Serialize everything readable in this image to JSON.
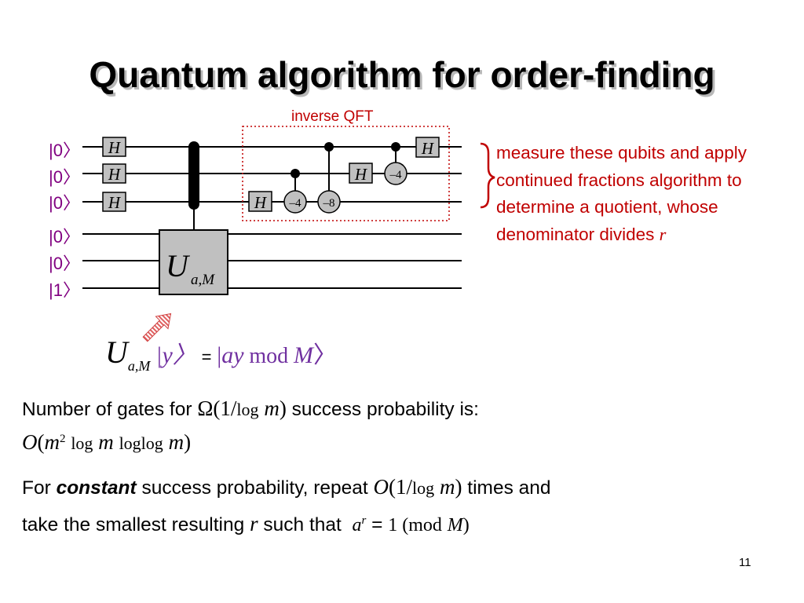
{
  "slide": {
    "title": "Quantum algorithm for order-finding",
    "page_number": "11"
  },
  "circuit": {
    "qubit_labels": [
      "|0〉",
      "|0〉",
      "|0〉",
      "|0〉",
      "|0〉",
      "|1〉"
    ],
    "hadamard_label": "H",
    "oracle_main": "U",
    "oracle_sub": "a,M",
    "qft_label": "inverse QFT",
    "phase_gates": [
      "–4",
      "–8",
      "–4"
    ],
    "colors": {
      "qft_box": "#c00000",
      "gate_fill": "#c0c0c0",
      "arrow": "#e06060"
    }
  },
  "annotation": {
    "measure_text": "measure these qubits and apply continued fractions algorithm to determine a quotient, whose denominator divides",
    "measure_var": "r"
  },
  "equation": {
    "U": "U",
    "sub": "a,M",
    "ket_y": "|y〉",
    "equals": "=",
    "ket_open": "|",
    "ay": "ay",
    "mod": "mod",
    "M": "M",
    "ket_close": "〉"
  },
  "body": {
    "gates_prefix": "Number of gates for",
    "omega": "Ω(1/",
    "log": "log",
    "m": "m",
    "close": ")",
    "gates_suffix": "success probability is:",
    "complexity_O": "O",
    "complexity_open": "(",
    "complexity_m": "m",
    "complexity_sup": "2",
    "complexity_log": "log",
    "complexity_m2": "m",
    "complexity_loglog": "loglog",
    "complexity_m3": "m",
    "complexity_close": ")",
    "for_text": "For",
    "constant_text": "constant",
    "repeat_text": "success probability, repeat",
    "O": "O",
    "open_one": "(1/",
    "times_text": "times and",
    "take_text": "take the smallest resulting",
    "r": "r",
    "such_text": "such that",
    "a": "a",
    "sup_r": "r",
    "eq": "=",
    "one_mod": "1 (mod",
    "M": "M",
    "end_paren": ")"
  }
}
